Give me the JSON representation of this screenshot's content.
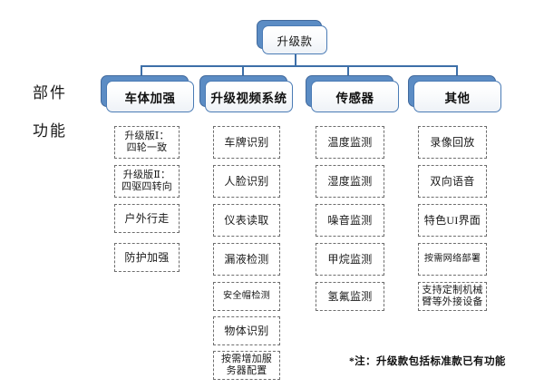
{
  "diagram": {
    "root": {
      "label": "升级款"
    },
    "row_labels": {
      "parts": "部件",
      "functions": "功能"
    },
    "columns": [
      {
        "header": "车体加强",
        "items": [
          "升级版Ⅰ：\n四轮一致",
          "升级版Ⅱ：\n四驱四转向",
          "户外行走",
          "防护加强"
        ]
      },
      {
        "header": "升级视频系统",
        "items": [
          "车牌识别",
          "人脸识别",
          "仪表读取",
          "漏液检测",
          "安全帽检测",
          "物体识别",
          "按需增加服\n务器配置"
        ]
      },
      {
        "header": "传感器",
        "items": [
          "温度监测",
          "湿度监测",
          "噪音监测",
          "甲烷监测",
          "氢氟监测"
        ]
      },
      {
        "header": "其他",
        "items": [
          "录像回放",
          "双向语音",
          "特色UI界面",
          "按需网络部署",
          "支持定制机械\n臂等外接设备"
        ]
      }
    ],
    "footnote": "*注：升级款包括标准款已有功能",
    "colors": {
      "node_backdrop": "#5b8cc4",
      "node_border": "#4a7bb5",
      "connector": "#3d6fa8",
      "leaf_border": "#6e6e6e",
      "text": "#1a1a1a",
      "background": "#ffffff"
    }
  }
}
